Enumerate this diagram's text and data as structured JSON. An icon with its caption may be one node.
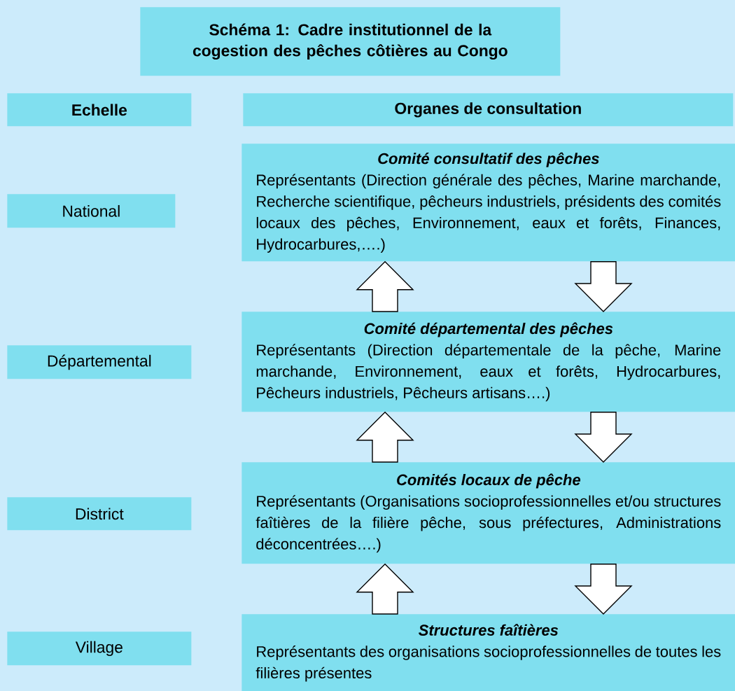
{
  "diagram": {
    "title": "Schéma 1: Cadre institutionnel de la cogestion des pêches côtières au Congo",
    "nodes": [
      {
        "text": [
          "Echelle"
        ]
      },
      {
        "text": [
          "Organes de consultation"
        ]
      },
      {
        "text": [
          "National"
        ]
      },
      {
        "text": [
          "Départemental"
        ]
      },
      {
        "text": [
          "District"
        ]
      },
      {
        "text": [
          "Village"
        ]
      },
      {
        "text": [
          "Comité consultatif des pêches",
          "Représentants (Direction générale des pêches, Marine marchande, Recherche scientifique, pêcheurs industriels, présidents des comités locaux des pêches, Environnement, eaux et forêts, Finances, Hydrocarbures,….)"
        ]
      },
      {
        "text": [
          "Comité départemental des pêches",
          "Représentants (Direction départementale de la pêche, Marine marchande, Environnement, eaux et forêts, Hydrocarbures, Pêcheurs industriels, Pêcheurs artisans….)"
        ]
      },
      {
        "text": [
          "Comités locaux de pêche",
          "Représentants (Organisations socioprofessionnelles et/ou structures faîtières de la filière pêche, sous préfectures, Administrations déconcentrées….)"
        ]
      },
      {
        "text": [
          "Structures faîtières",
          "Représentants des organisations socioprofessionnelles de toutes les filières présentes"
        ]
      }
    ],
    "edges": [
      {
        "from": 7,
        "to": 6,
        "arrow": "to"
      },
      {
        "from": 6,
        "to": 7,
        "arrow": "to"
      },
      {
        "from": 8,
        "to": 7,
        "arrow": "to"
      },
      {
        "from": 7,
        "to": 8,
        "arrow": "to"
      },
      {
        "from": 9,
        "to": 8,
        "arrow": "to"
      },
      {
        "from": 8,
        "to": 9,
        "arrow": "to"
      }
    ]
  }
}
